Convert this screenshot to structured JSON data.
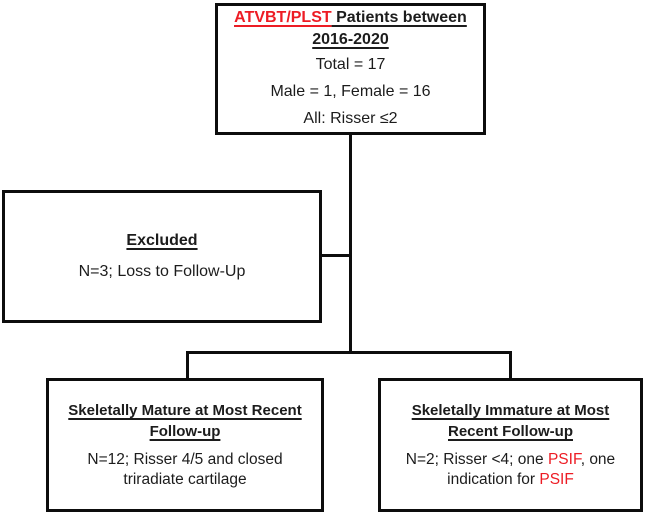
{
  "meta": {
    "background_color": "#ffffff",
    "box_border_color": "#0d0d0d",
    "text_color": "#1c1c1c",
    "accent_red": "#ed1c24",
    "diagram_type": "patient-flowchart"
  },
  "nodes": {
    "top": {
      "title_red": "ATVBT/PLST",
      "title_black": " Patients between",
      "title_line2": "2016-2020",
      "body_lines": {
        "total": "Total = 17",
        "sex": "Male = 1, Female = 16",
        "risser": "All: Risser ≤2"
      }
    },
    "excluded": {
      "title": "Excluded",
      "body": "N=3; Loss to Follow-Up"
    },
    "mature": {
      "title_lines": [
        "Skeletally Mature at Most Recent",
        "Follow-up"
      ],
      "body_lines": [
        "N=12; Risser 4/5 and closed",
        "triradiate cartilage"
      ]
    },
    "immature": {
      "title_lines": [
        "Skeletally Immature at Most",
        "Recent Follow-up"
      ],
      "body_line1_pre": "N=2; Risser <4; one ",
      "body_line1_red": "PSIF",
      "body_line1_post": ", one",
      "body_line2_pre": "indication for ",
      "body_line2_red": "PSIF"
    }
  }
}
